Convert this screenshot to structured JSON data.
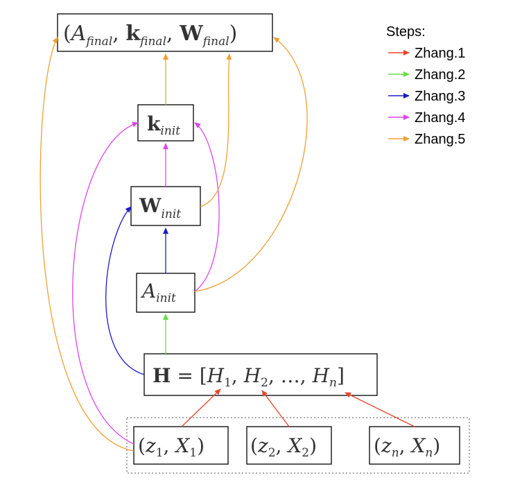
{
  "colors": {
    "step1": "#e8452a",
    "step2": "#66dd44",
    "step3": "#1a1acc",
    "step4": "#dd44ee",
    "step5": "#eea033",
    "box_border": "#000000",
    "text": "#333333"
  },
  "nodes": {
    "final": {
      "A": "A",
      "A_sub": "final",
      "k": "k",
      "k_sub": "final",
      "W": "W",
      "W_sub": "final"
    },
    "k_init": {
      "k": "k",
      "sub": "init"
    },
    "W_init": {
      "W": "W",
      "sub": "init"
    },
    "A_init": {
      "A": "A",
      "sub": "init"
    },
    "H": {
      "H": "H",
      "H1": "H",
      "H2": "H",
      "Hn": "H",
      "s1": "1",
      "s2": "2",
      "sn": "n",
      "eq": "=",
      "dots": "…"
    },
    "z1": {
      "z": "z",
      "zs": "1",
      "X": "X",
      "Xs": "1"
    },
    "z2": {
      "z": "z",
      "zs": "2",
      "X": "X",
      "Xs": "2"
    },
    "zn": {
      "z": "z",
      "zs": "n",
      "X": "X",
      "Xs": "n"
    }
  },
  "legend": {
    "title": "Steps:",
    "items": [
      {
        "label": "Zhang.1",
        "color": "#e8452a"
      },
      {
        "label": "Zhang.2",
        "color": "#66dd44"
      },
      {
        "label": "Zhang.3",
        "color": "#1a1acc"
      },
      {
        "label": "Zhang.4",
        "color": "#dd44ee"
      },
      {
        "label": "Zhang.5",
        "color": "#eea033"
      }
    ]
  }
}
